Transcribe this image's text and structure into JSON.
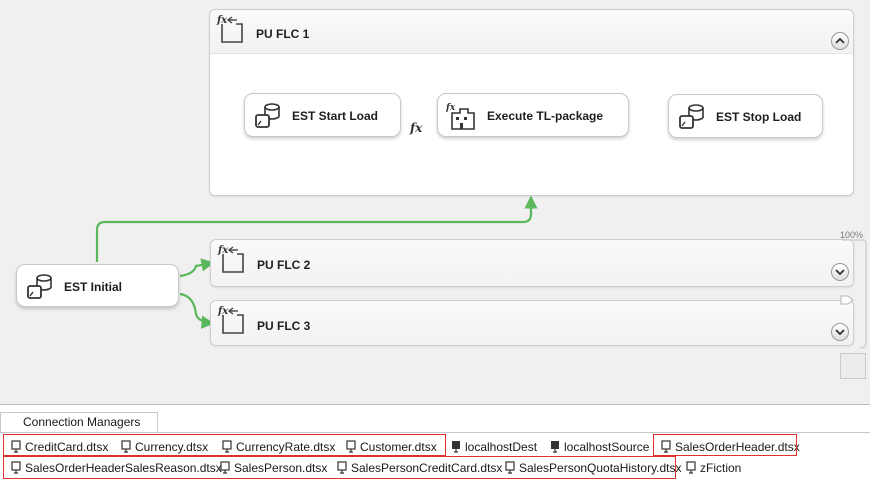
{
  "containers": [
    {
      "title": "PU FLC 1",
      "button": "^"
    },
    {
      "title": "PU FLC 2",
      "button": "v"
    },
    {
      "title": "PU FLC 3",
      "button": "v"
    }
  ],
  "tasks": {
    "est_start_load": "EST Start Load",
    "execute_tl": "Execute TL-package",
    "est_stop_load": "EST Stop Load",
    "est_initial": "EST Initial"
  },
  "fx_label": "fx",
  "zoom": {
    "level": "100%"
  },
  "connection_managers": {
    "tab_label": "Connection Managers",
    "row1": [
      "CreditCard.dtsx",
      "Currency.dtsx",
      "CurrencyRate.dtsx",
      "Customer.dtsx",
      "localhostDest",
      "localhostSource",
      "SalesOrderHeader.dtsx"
    ],
    "row2": [
      "SalesOrderHeaderSalesReason.dtsx",
      "SalesPerson.dtsx",
      "SalesPersonCreditCard.dtsx",
      "SalesPersonQuotaHistory.dtsx",
      "zFiction"
    ]
  },
  "colors": {
    "precedence_arrow": "#5cb85c",
    "highlight_box": "#e03030"
  }
}
